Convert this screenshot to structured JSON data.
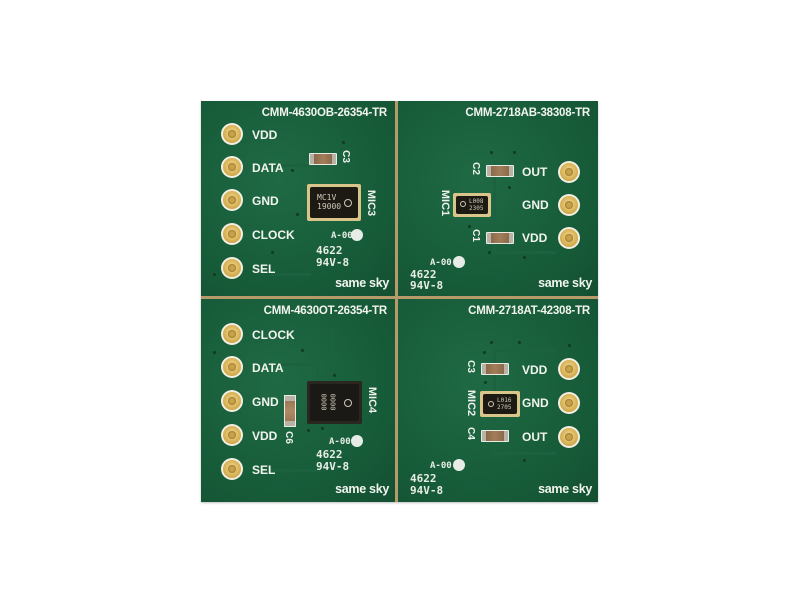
{
  "image": {
    "description": "Four-panel green PCB evaluation board set for MEMS microphones on a white background",
    "background_color": "#ffffff",
    "board_color": "#165a38",
    "pad_color": "#d9b458",
    "silkscreen_color": "#f2f4ee"
  },
  "boards": [
    {
      "part_number": "CMM-4630OB-26354-TR",
      "pins": [
        "VDD",
        "DATA",
        "GND",
        "CLOCK",
        "SEL"
      ],
      "mic_ref": "MIC3",
      "cap_refs": [
        "C3"
      ],
      "mic_marking": [
        "MC1V",
        "19000"
      ],
      "fab_marking": [
        "4622",
        "94V-8"
      ],
      "brand": "same sky"
    },
    {
      "part_number": "CMM-2718AB-38308-TR",
      "pins": [
        "OUT",
        "GND",
        "VDD"
      ],
      "mic_ref": "MIC1",
      "cap_refs": [
        "C2",
        "C1"
      ],
      "mic_marking": [
        "L008",
        "2305"
      ],
      "fab_marking": [
        "4622",
        "94V-8"
      ],
      "brand": "same sky"
    },
    {
      "part_number": "CMM-4630OT-26354-TR",
      "pins": [
        "CLOCK",
        "DATA",
        "GND",
        "VDD",
        "SEL"
      ],
      "mic_ref": "MIC4",
      "cap_refs": [
        "C6"
      ],
      "mic_marking": [
        "0000",
        "0000"
      ],
      "fab_marking": [
        "4622",
        "94V-8"
      ],
      "brand": "same sky"
    },
    {
      "part_number": "CMM-2718AT-42308-TR",
      "pins": [
        "VDD",
        "GND",
        "OUT"
      ],
      "mic_ref": "MIC2",
      "cap_refs": [
        "C3",
        "C4"
      ],
      "mic_marking": [
        "L016",
        "2705"
      ],
      "fab_marking": [
        "4622",
        "94V-8"
      ],
      "brand": "same sky"
    }
  ],
  "logo_mark": "A-00"
}
